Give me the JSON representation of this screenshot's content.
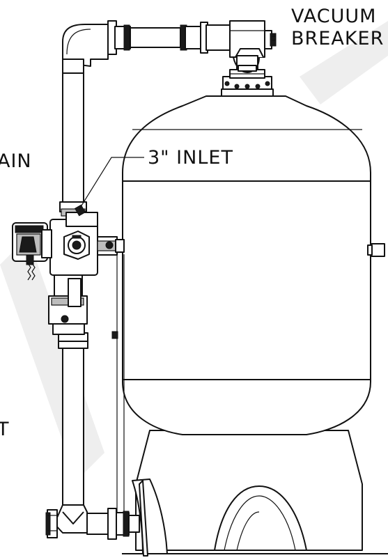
{
  "labels": {
    "vacuum_line1": "VACUUM",
    "vacuum_line2": "BREAKER",
    "inlet": "3\" INLET",
    "drain_partial": "AIN",
    "outlet_partial": "T"
  },
  "colors": {
    "line": "#111111",
    "background": "#ffffff",
    "watermark": "#eeeeee"
  }
}
